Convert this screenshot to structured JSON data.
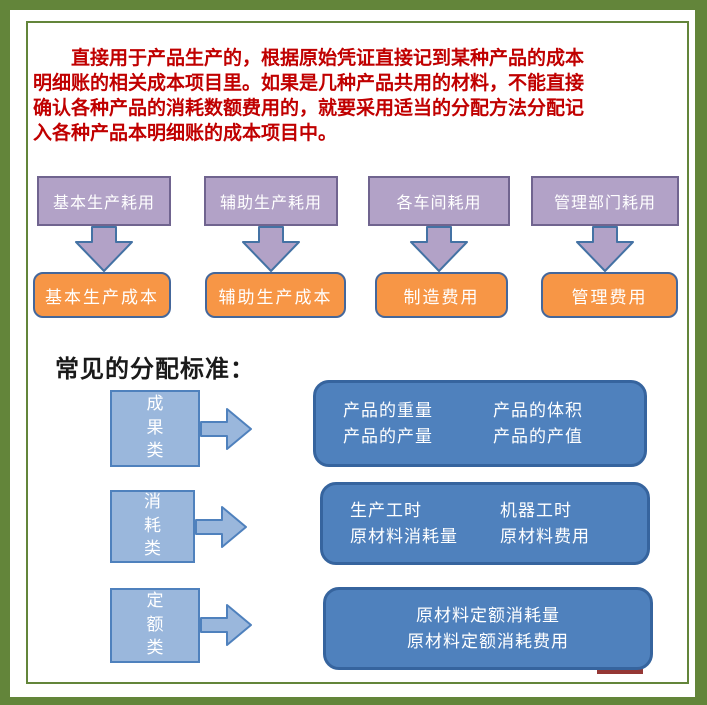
{
  "intro": {
    "text": "直接用于产品生产的，根据原始凭证直接记到某种产品的成本明细账的相关成本项目里。如果是几种产品共用的材料，不能直接确认各种产品的消耗数额费用的，就要采用适当的分配方法分配记入各种产品本明细账的成本项目中。"
  },
  "flow": {
    "columns": [
      {
        "source": "基本生产耗用",
        "target": "基本生产成本"
      },
      {
        "source": "辅助生产耗用",
        "target": "辅助生产成本"
      },
      {
        "source": "各车间耗用",
        "target": "制造费用"
      },
      {
        "source": "管理部门耗用",
        "target": "管理费用"
      }
    ]
  },
  "standards": {
    "heading": "常见的分配标准：",
    "rows": [
      {
        "category": "成果类",
        "items": [
          "产品的重量",
          "产品的产量",
          "产品的体积",
          "产品的产值"
        ]
      },
      {
        "category": "消耗类",
        "items": [
          "生产工时",
          "原材料消耗量",
          "机器工时",
          "原材料费用"
        ]
      },
      {
        "category": "定额类",
        "items": [
          "原材料定额消耗量",
          "原材料定额消耗费用"
        ]
      }
    ]
  },
  "colors": {
    "border_green": "#63853a",
    "text_red": "#c00000",
    "purple_fill": "#b2a2c7",
    "purple_border": "#70648f",
    "arrow_blue_border": "#4472a4",
    "orange_fill": "#f79646",
    "orange_border": "#44679b",
    "light_blue_fill": "#9ab7dc",
    "blue_border": "#4f81bd",
    "dark_blue_fill": "#4f81bd",
    "dark_blue_border": "#36649e",
    "heading_black": "#1a1a1a",
    "maroon": "#953735"
  }
}
